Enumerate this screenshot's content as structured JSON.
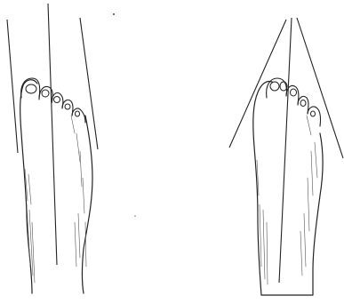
{
  "illustration": {
    "figures": [
      {
        "name": "straight-foot",
        "toe_count": 5
      },
      {
        "name": "deformed-foot",
        "toe_count": 5
      }
    ],
    "ink_color": "#222222",
    "background_color": "#ffffff"
  }
}
